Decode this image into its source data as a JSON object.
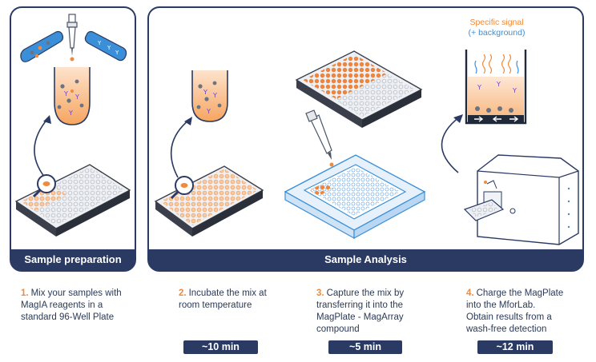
{
  "panels": {
    "left_label": "Sample preparation",
    "right_label": "Sample Analysis"
  },
  "signal": {
    "line1": "Specific signal",
    "line2": "(+ background)"
  },
  "steps": [
    {
      "num": "1.",
      "text": "Mix your samples with\nMagIA reagents in a\nstandard 96-Well Plate"
    },
    {
      "num": "2.",
      "text": "Incubate the mix at\nroom temperature"
    },
    {
      "num": "3.",
      "text": "Capture the mix by\ntransferring it into the\nMagPlate - MagArray\ncompound"
    },
    {
      "num": "4.",
      "text": "Charge the MagPlate\ninto the MforLab.\nObtain results from a\nwash-free detection"
    }
  ],
  "times": [
    "~10 min",
    "~5 min",
    "~12 min"
  ],
  "colors": {
    "navy": "#2a3a63",
    "orange": "#f08a3c",
    "blue": "#3a8fd8"
  }
}
